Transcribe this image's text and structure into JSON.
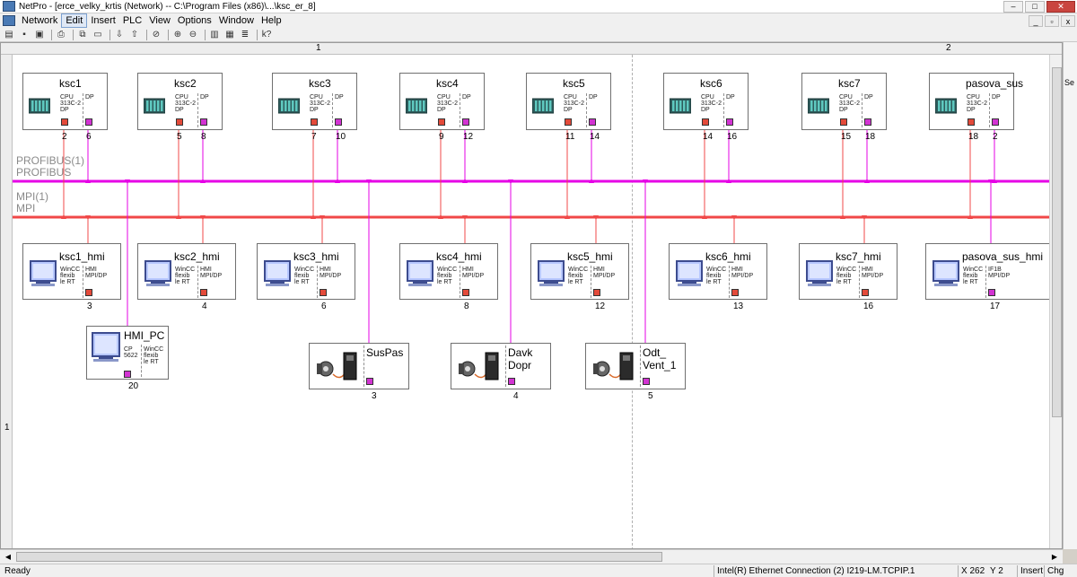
{
  "window": {
    "title": "NetPro - [erce_velky_krtis (Network) -- C:\\Program Files (x86)\\...\\ksc_er_8]",
    "minimize": "–",
    "maximize": "□",
    "close": "✕"
  },
  "menu": {
    "items": [
      "Network",
      "Edit",
      "Insert",
      "PLC",
      "View",
      "Options",
      "Window",
      "Help"
    ],
    "active": "Edit",
    "mdi_min": "_",
    "mdi_max": "▫",
    "mdi_close": "x"
  },
  "toolbar": {
    "help_label": "k?"
  },
  "ruler": {
    "top_1": "1",
    "top_2": "2",
    "left_1": "1"
  },
  "buses": {
    "profibus_name": "PROFIBUS(1)",
    "profibus_type": "PROFIBUS",
    "mpi_name": "MPI(1)",
    "mpi_type": "MPI",
    "profibus_color": "#e600e6",
    "mpi_color": "#f04848"
  },
  "plcs": [
    {
      "name": "ksc1",
      "cpu": "CPU\n313C-2\nDP",
      "dp": "DP",
      "mpi_addr": "2",
      "dp_addr": "6"
    },
    {
      "name": "ksc2",
      "cpu": "CPU\n313C-2\nDP",
      "dp": "DP",
      "mpi_addr": "5",
      "dp_addr": "8"
    },
    {
      "name": "ksc3",
      "cpu": "CPU\n313C-2\nDP",
      "dp": "DP",
      "mpi_addr": "7",
      "dp_addr": "10"
    },
    {
      "name": "ksc4",
      "cpu": "CPU\n313C-2\nDP",
      "dp": "DP",
      "mpi_addr": "9",
      "dp_addr": "12"
    },
    {
      "name": "ksc5",
      "cpu": "CPU\n313C-2\nDP",
      "dp": "DP",
      "mpi_addr": "11",
      "dp_addr": "14"
    },
    {
      "name": "ksc6",
      "cpu": "CPU\n313C-2\nDP",
      "dp": "DP",
      "mpi_addr": "14",
      "dp_addr": "16"
    },
    {
      "name": "ksc7",
      "cpu": "CPU\n313C-2\nDP",
      "dp": "DP",
      "mpi_addr": "15",
      "dp_addr": "18"
    },
    {
      "name": "pasova_sus",
      "cpu": "CPU\n313C-2\nDP",
      "dp": "DP",
      "mpi_addr": "18",
      "dp_addr": "2"
    }
  ],
  "hmis": [
    {
      "name": "ksc1_hmi",
      "left": "WinCC\nflexib\nle RT",
      "right": "HMI\nMPI/DP",
      "addr": "3"
    },
    {
      "name": "ksc2_hmi",
      "left": "WinCC\nflexib\nle RT",
      "right": "HMI\nMPI/DP",
      "addr": "4"
    },
    {
      "name": "ksc3_hmi",
      "left": "WinCC\nflexib\nle RT",
      "right": "HMI\nMPI/DP",
      "addr": "6"
    },
    {
      "name": "ksc4_hmi",
      "left": "WinCC\nflexib\nle RT",
      "right": "HMI\nMPI/DP",
      "addr": "8"
    },
    {
      "name": "ksc5_hmi",
      "left": "WinCC\nflexib\nle RT",
      "right": "HMI\nMPI/DP",
      "addr": "12"
    },
    {
      "name": "ksc6_hmi",
      "left": "WinCC\nflexib\nle RT",
      "right": "HMI\nMPI/DP",
      "addr": "13"
    },
    {
      "name": "ksc7_hmi",
      "left": "WinCC\nflexib\nle RT",
      "right": "HMI\nMPI/DP",
      "addr": "16"
    },
    {
      "name": "pasova_sus_hmi",
      "left": "WinCC\nflexib\nle RT",
      "right": "IF1B\nMPI/DP",
      "addr": "17"
    }
  ],
  "hmi_pc": {
    "name": "HMI_PC",
    "left": "CP\n5622",
    "right": "WinCC\nflexib\nle RT",
    "addr": "20"
  },
  "drives": [
    {
      "name": "SusPas",
      "addr": "3"
    },
    {
      "name": "Davk\nDopr",
      "addr": "4"
    },
    {
      "name": "Odt_\nVent_1",
      "addr": "5"
    }
  ],
  "right_panel": {
    "label": "Se"
  },
  "status": {
    "ready": "Ready",
    "adapter": "Intel(R) Ethernet Connection (2) I219-LM.TCPIP.1",
    "x": "X  262",
    "y": "Y  2",
    "insert": "Insert",
    "chg": "Chg"
  }
}
